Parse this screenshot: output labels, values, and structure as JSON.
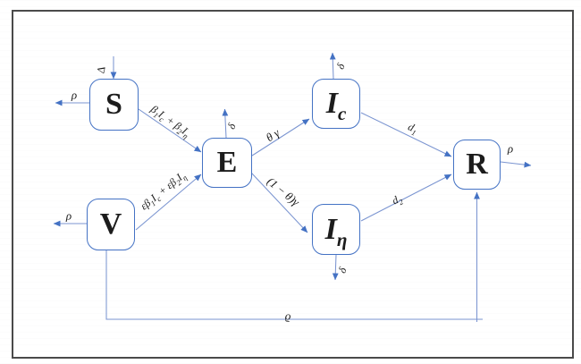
{
  "figure": {
    "type": "compartmental-model-flow-diagram",
    "description": "SVEIR-type epidemic model flow chart with six compartments"
  },
  "colors": {
    "accent": "#4472C4",
    "line": "#7b95d1",
    "linehead": "#4472C4",
    "frame": "#4a4a4a",
    "text": "#1c1c1c",
    "boxfill": "#ffffff",
    "background": "#ffffff"
  },
  "compartments": {
    "S": "S",
    "V": "V",
    "E": "E",
    "Ic": "I_c",
    "Ieta": "I_η",
    "R": "R"
  },
  "flow_labels": {
    "recruitment_into_S": "Δ",
    "exit_S": "ρ",
    "exit_V": "ρ",
    "exit_R": "ρ",
    "exit_E": "δ",
    "exit_Ic": "δ",
    "exit_Ieta": "δ",
    "S_to_E": "β_1I_c + β_2I_η",
    "V_to_E": "εβ_1I_c + εβ_2I_η",
    "E_to_Ic": "θ γ",
    "E_to_Ieta": "(1 − θ)γ",
    "Ic_to_R": "d_1",
    "Ieta_to_R": "d_2",
    "V_to_R": "ϱ"
  }
}
